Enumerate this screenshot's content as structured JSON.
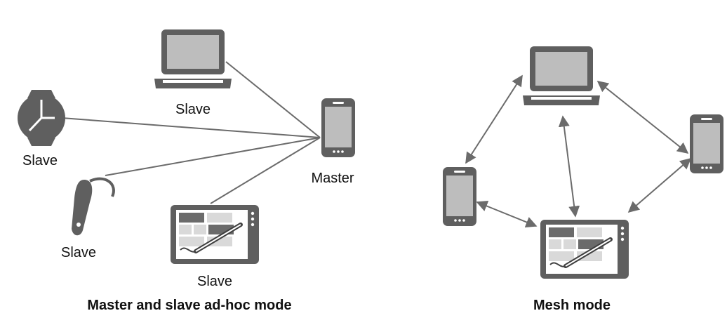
{
  "left_diagram": {
    "caption": "Master and slave ad-hoc mode",
    "master_label": "Master",
    "laptop_label": "Slave",
    "watch_label": "Slave",
    "headset_label": "Slave",
    "tablet_label": "Slave"
  },
  "right_diagram": {
    "caption": "Mesh mode"
  },
  "icons": {
    "laptop": "laptop-icon",
    "phone": "smartphone-icon",
    "watch": "smartwatch-icon",
    "headset": "bluetooth-headset-icon",
    "tablet": "tablet-with-stylus-icon"
  },
  "colors": {
    "device": "#5f5f5f",
    "screen": "#bdbdbd",
    "link": "#6b6b6b"
  }
}
